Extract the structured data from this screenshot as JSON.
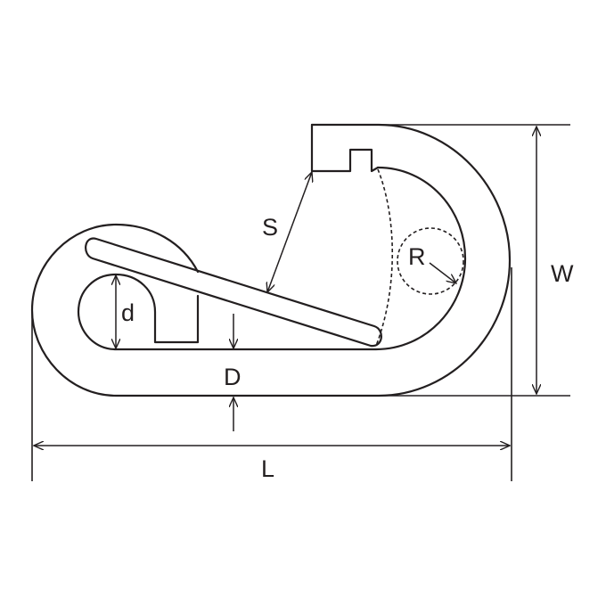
{
  "labels": {
    "s": "S",
    "r": "R",
    "w": "W",
    "d_small": "d",
    "d_large": "D",
    "l": "L"
  }
}
